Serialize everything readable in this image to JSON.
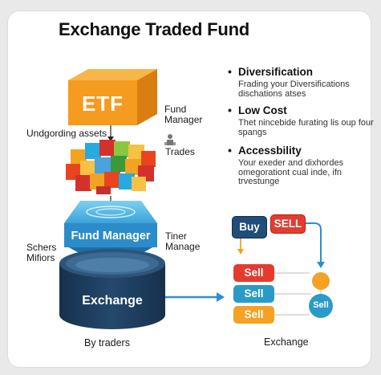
{
  "title": "Exchange Traded Fund",
  "etf_box": {
    "label": "ETF"
  },
  "labels": {
    "fund_manager": "Fund\nManager",
    "underlying": "Undgording assets",
    "trades": "Trades",
    "fund_manager_tile": "Fund Manager",
    "left_side": "Schers\nMifiors",
    "tiner": "Tiner\nManage",
    "exchange_cyl": "Exchange",
    "by_traders": "By traders",
    "exchange_right": "Exchange"
  },
  "features": [
    {
      "heading": "Diversification",
      "desc": "Frading your Diversifications dischations atses"
    },
    {
      "heading": "Low Cost",
      "desc": "Thet nincebide furating lis oup four spangs"
    },
    {
      "heading": "Accessbility",
      "desc": "Your exeder and dixhordes omegorationt cual inde, ifn trvestunge"
    }
  ],
  "trade_panel": {
    "buy": "Buy",
    "sell_top": "SELL",
    "sell_1": "Sell",
    "sell_2": "Sell",
    "sell_3": "Sell",
    "sell_circle": "Sell"
  },
  "colors": {
    "etf_orange": "#f59b1f",
    "fund_blue": "#2c8cc9",
    "exchange_navy": "#1c3a5a",
    "arrow_blue": "#2a8fd1",
    "sell_red": "#e53b2f",
    "sell_teal": "#2a9bc8",
    "sell_orange": "#f4a124"
  }
}
